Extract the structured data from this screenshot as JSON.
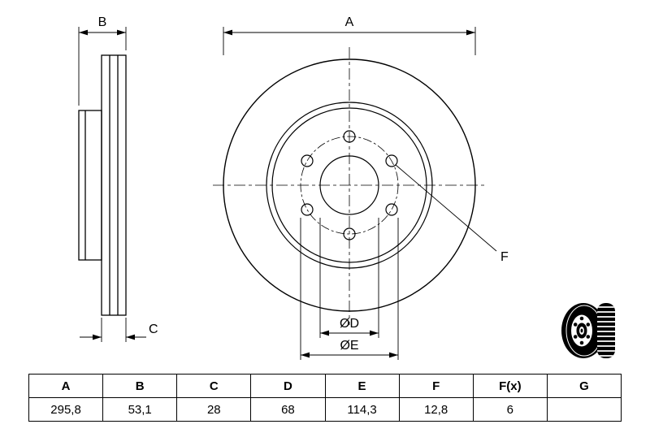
{
  "page": {
    "background": "#ffffff"
  },
  "drawing": {
    "line_color": "#000000",
    "labels": {
      "a": "A",
      "b": "B",
      "c": "C",
      "d": "ØD",
      "e": "ØE",
      "f": "F"
    }
  },
  "table": {
    "headers": [
      "A",
      "B",
      "C",
      "D",
      "E",
      "F",
      "F(x)",
      "G"
    ],
    "values": [
      "295,8",
      "53,1",
      "28",
      "68",
      "114,3",
      "12,8",
      "6",
      ""
    ]
  }
}
